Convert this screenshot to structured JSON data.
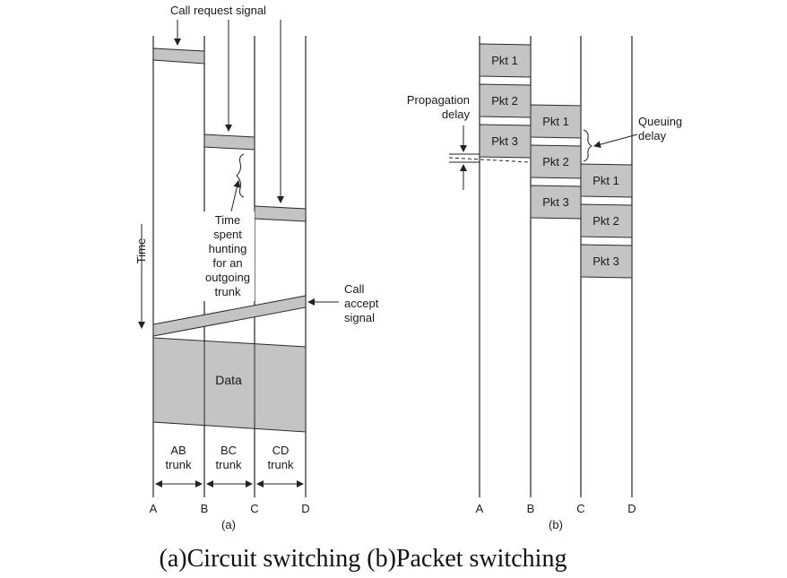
{
  "caption": "(a)Circuit switching (b)Packet switching",
  "circuit": {
    "call_request_label": "Call request signal",
    "time_label": "Time",
    "hunting_label": [
      "Time",
      "spent",
      "hunting",
      "for an",
      "outgoing",
      "trunk"
    ],
    "call_accept_label": [
      "Call",
      "accept",
      "signal"
    ],
    "data_label": "Data",
    "trunks": [
      {
        "line1": "AB",
        "line2": "trunk"
      },
      {
        "line1": "BC",
        "line2": "trunk"
      },
      {
        "line1": "CD",
        "line2": "trunk"
      }
    ],
    "nodes": [
      "A",
      "B",
      "C",
      "D"
    ],
    "sublabel": "(a)"
  },
  "packet": {
    "propagation_label": [
      "Propagation",
      "delay"
    ],
    "queuing_label": [
      "Queuing",
      "delay"
    ],
    "packets": [
      "Pkt 1",
      "Pkt 2",
      "Pkt 3"
    ],
    "nodes": [
      "A",
      "B",
      "C",
      "D"
    ],
    "sublabel": "(b)"
  }
}
